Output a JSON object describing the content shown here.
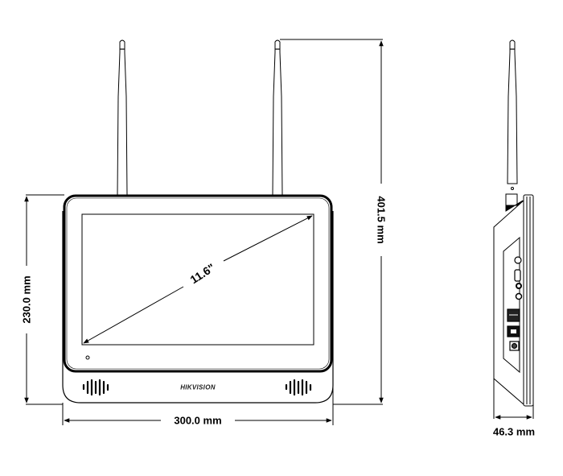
{
  "drawing": {
    "subject": "Wireless NVR monitor with two antennas — front and side view dimension drawing",
    "brand_logo": "HIKVISION",
    "line_color": "#000000",
    "background_color": "#ffffff"
  },
  "dimensions": {
    "width": {
      "label": "300.0 mm",
      "value": 300.0,
      "unit": "mm"
    },
    "height_body": {
      "label": "230.0 mm",
      "value": 230.0,
      "unit": "mm"
    },
    "height_total": {
      "label": "401.5 mm",
      "value": 401.5,
      "unit": "mm"
    },
    "depth": {
      "label": "46.3 mm",
      "value": 46.3,
      "unit": "mm"
    },
    "screen_diagonal": {
      "label": "11.6\"",
      "value": 11.6,
      "unit": "inch"
    }
  },
  "views": {
    "front": {
      "antennas": 2,
      "speaker_grilles": 2,
      "indicator_led": 1
    },
    "side": {
      "antennas": 1,
      "ports": [
        "power-button",
        "hdmi-port",
        "audio-jack-1",
        "audio-jack-2",
        "usb-ports",
        "ethernet-port",
        "dc-power-port"
      ]
    }
  }
}
